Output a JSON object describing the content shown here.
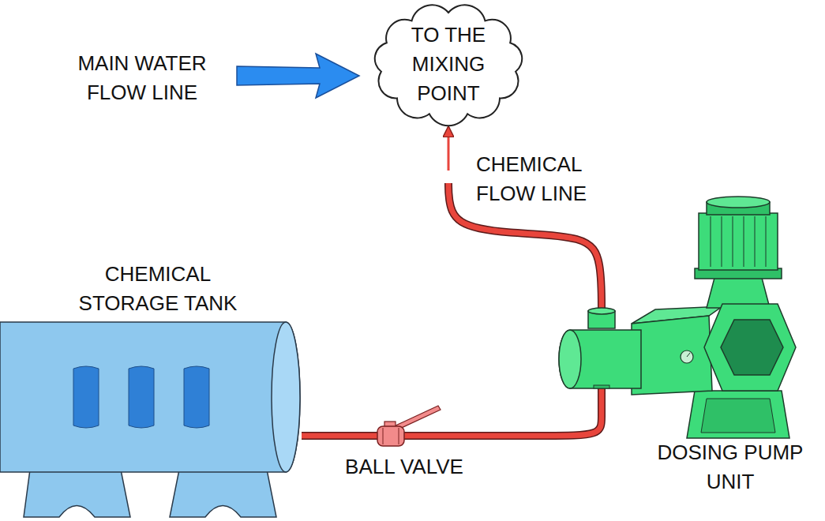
{
  "diagram": {
    "nodes": [
      {
        "text": [
          "TO THE MIXING POINT"
        ]
      },
      {
        "text": [
          "CHEMICAL STORAGE TANK"
        ]
      },
      {
        "text": [
          "BALL VALVE"
        ]
      },
      {
        "text": [
          "DOSING PUMP UNIT"
        ]
      }
    ],
    "edges": [
      {
        "from": 1,
        "to": 2,
        "arrow": "none"
      },
      {
        "from": 2,
        "to": 3,
        "arrow": "none"
      },
      {
        "from": 3,
        "to": 0,
        "arrow": "to",
        "label": "CHEMICAL FLOW LINE"
      }
    ],
    "labels": [
      "MAIN WATER FLOW LINE"
    ]
  }
}
